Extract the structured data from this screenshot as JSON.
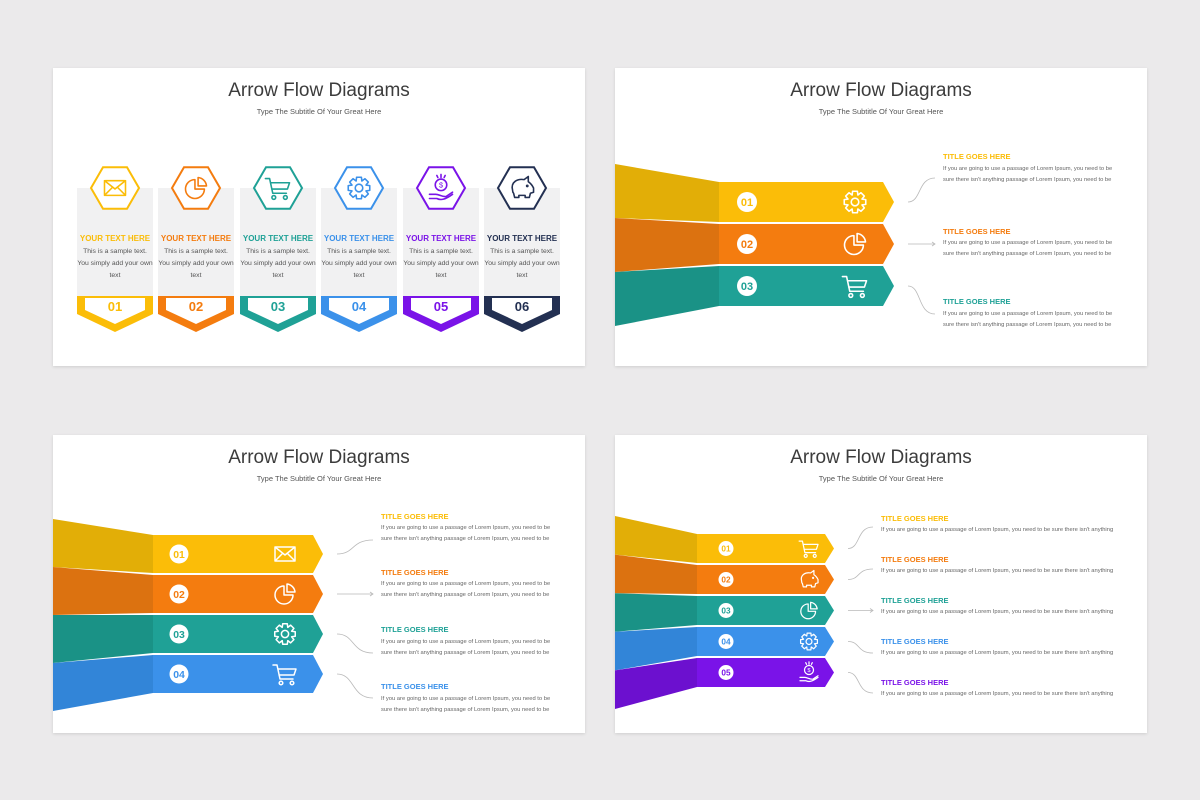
{
  "colors": {
    "yellow": "#fbbd08",
    "orange": "#f47c0f",
    "teal": "#1fa196",
    "blue": "#3b91ea",
    "purple": "#7a13e8",
    "navy": "#233052",
    "yellow_side": "#e2ae07",
    "orange_side": "#dc7210",
    "teal_side": "#1a9286",
    "blue_side": "#3285d8",
    "purple_side": "#6c10cf"
  },
  "slides": [
    {
      "title": "Arrow Flow Diagrams",
      "subtitle": "Type The Subtitle Of Your Great Here",
      "columns": [
        {
          "icon": "envelope-icon",
          "title": "YOUR TEXT HERE",
          "body": "This is a sample text. You simply add your own text",
          "number": "01",
          "color": "#fbbd08"
        },
        {
          "icon": "pie-chart-icon",
          "title": "YOUR TEXT HERE",
          "body": "This is a sample text. You simply add your own text",
          "number": "02",
          "color": "#f47c0f"
        },
        {
          "icon": "cart-icon",
          "title": "YOUR TEXT HERE",
          "body": "This is a sample text. You simply add your own text",
          "number": "03",
          "color": "#1fa196"
        },
        {
          "icon": "gear-icon",
          "title": "YOUR TEXT HERE",
          "body": "This is a sample text. You simply add your own text",
          "number": "04",
          "color": "#3b91ea"
        },
        {
          "icon": "money-hand-icon",
          "title": "YOUR TEXT HERE",
          "body": "This is a sample text. You simply add your own text",
          "number": "05",
          "color": "#7a13e8"
        },
        {
          "icon": "piggy-bank-icon",
          "title": "YOUR TEXT HERE",
          "body": "This is a sample text. You simply add your own text",
          "number": "06",
          "color": "#233052"
        }
      ]
    },
    {
      "title": "Arrow Flow Diagrams",
      "subtitle": "Type The Subtitle Of Your Great Here",
      "rows": [
        {
          "number": "01",
          "icon": "gear-icon",
          "title": "TITLE GOES HERE",
          "body": "If you are going to use a passage of Lorem Ipsum, you need to be sure there isn't anything passage of Lorem Ipsum, you need to be"
        },
        {
          "number": "02",
          "icon": "pie-chart-icon",
          "title": "TITLE GOES HERE",
          "body": "If you are going to use a passage of Lorem Ipsum, you need to be sure there isn't anything passage of Lorem Ipsum, you need to be"
        },
        {
          "number": "03",
          "icon": "cart-icon",
          "title": "TITLE GOES HERE",
          "body": "If you are going to use a passage of Lorem Ipsum, you need to be sure there isn't anything passage of Lorem Ipsum, you need to be"
        }
      ]
    },
    {
      "title": "Arrow Flow Diagrams",
      "subtitle": "Type The Subtitle Of Your Great Here",
      "rows": [
        {
          "number": "01",
          "icon": "envelope-icon",
          "title": "TITLE GOES HERE",
          "body": "If you are going to use a passage of Lorem Ipsum, you need to be sure there isn't anything passage of Lorem Ipsum, you need to be"
        },
        {
          "number": "02",
          "icon": "pie-chart-icon",
          "title": "TITLE GOES HERE",
          "body": "If you are going to use a passage of Lorem Ipsum, you need to be sure there isn't anything passage of Lorem Ipsum, you need to be"
        },
        {
          "number": "03",
          "icon": "gear-icon",
          "title": "TITLE GOES HERE",
          "body": "If you are going to use a passage of Lorem Ipsum, you need to be sure there isn't anything passage of Lorem Ipsum, you need to be"
        },
        {
          "number": "04",
          "icon": "cart-icon",
          "title": "TITLE GOES HERE",
          "body": "If you are going to use a passage of Lorem Ipsum, you need to be sure there isn't anything passage of Lorem Ipsum, you need to be"
        }
      ]
    },
    {
      "title": "Arrow Flow Diagrams",
      "subtitle": "Type The Subtitle Of Your Great Here",
      "rows": [
        {
          "number": "01",
          "icon": "cart-icon",
          "title": "TITLE GOES HERE",
          "body": "If you are going to use a passage of Lorem Ipsum, you need to be sure there isn't anything"
        },
        {
          "number": "02",
          "icon": "piggy-bank-icon",
          "title": "TITLE GOES HERE",
          "body": "If you are going to use a passage of Lorem Ipsum, you need to be sure there isn't anything"
        },
        {
          "number": "03",
          "icon": "pie-chart-icon",
          "title": "TITLE GOES HERE",
          "body": "If you are going to use a passage of Lorem Ipsum, you need to be sure there isn't anything"
        },
        {
          "number": "04",
          "icon": "gear-icon",
          "title": "TITLE GOES HERE",
          "body": "If you are going to use a passage of Lorem Ipsum, you need to be sure there isn't anything"
        },
        {
          "number": "05",
          "icon": "money-hand-icon",
          "title": "TITLE GOES HERE",
          "body": "If you are going to use a passage of Lorem Ipsum, you need to be sure there isn't anything"
        }
      ]
    }
  ]
}
